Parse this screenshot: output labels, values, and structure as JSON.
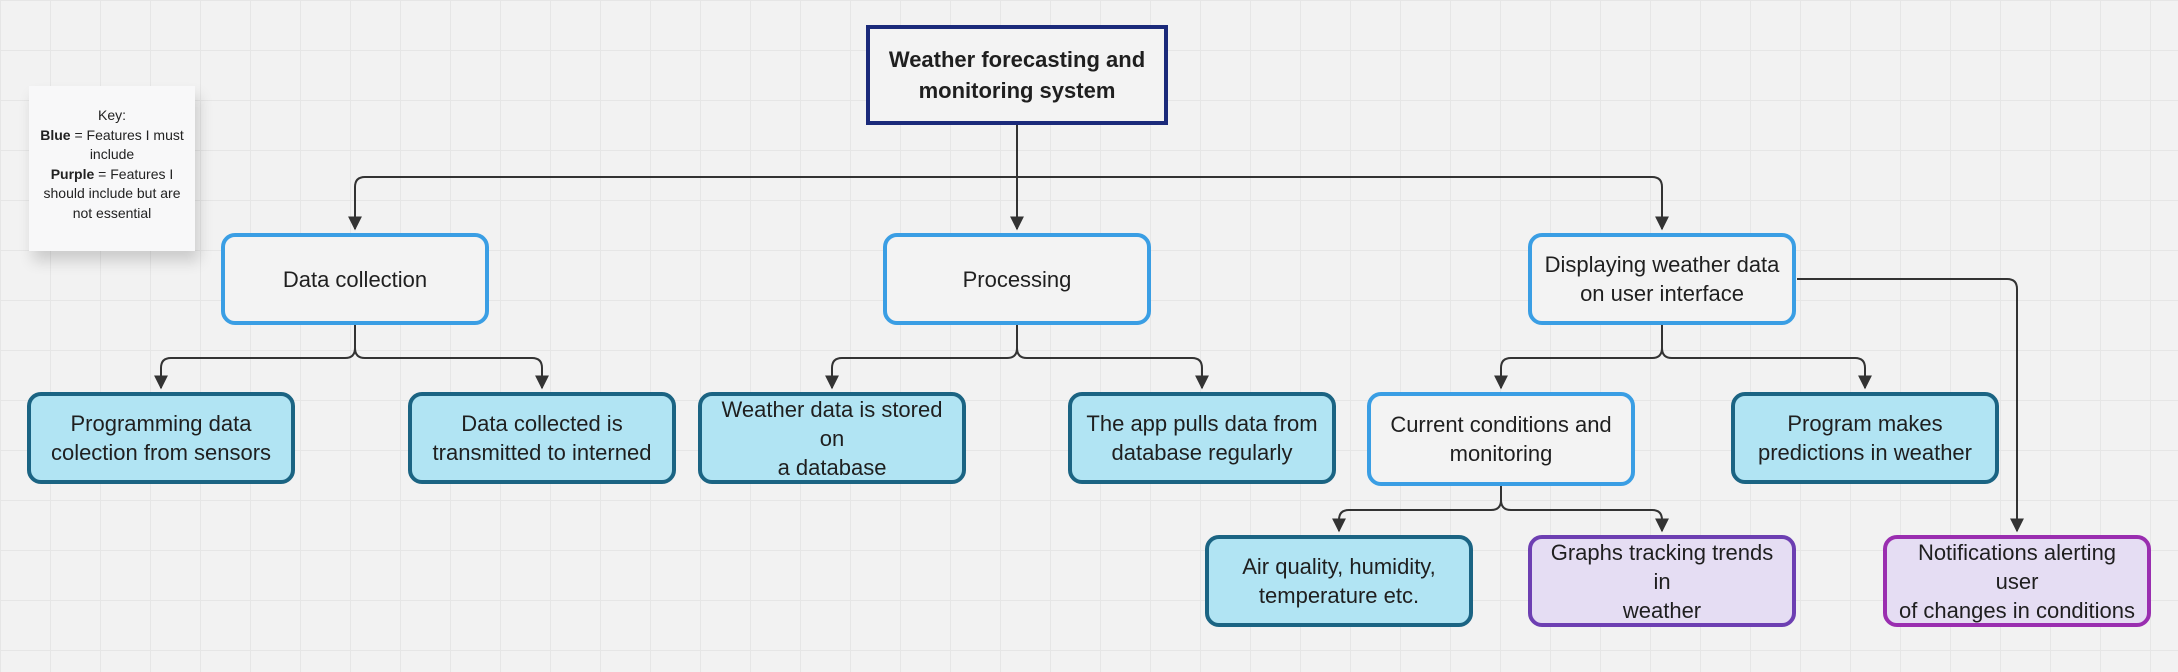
{
  "diagram": {
    "title": "Weather forecasting and\nmonitoring system",
    "key": {
      "heading": "Key:",
      "blue_label": "Blue",
      "blue_text": " = Features I must include",
      "purple_label": "Purple",
      "purple_text": " = Features I should include but are not essential"
    },
    "categories": {
      "data_collection": "Data collection",
      "processing": "Processing",
      "display": "Displaying weather data\non user interface"
    },
    "features": {
      "programming_data": "Programming data\ncolection from sensors",
      "data_transmitted": "Data collected is\ntransmitted to interned",
      "stored_database": "Weather data is stored on\na database",
      "app_pulls": "The app pulls data from\ndatabase regularly",
      "current_conditions": "Current conditions and\nmonitoring",
      "predictions": "Program makes\npredictions in weather",
      "air_quality": "Air quality, humidity,\ntemperature etc.",
      "graphs": "Graphs tracking trends in\nweather",
      "notifications": "Notifications alerting user\nof changes in conditions"
    },
    "colors": {
      "root_border": "#1b2a7a",
      "blue_outline": "#3a9ee4",
      "blue_fill": "#b1e4f3",
      "blue_fill_border": "#1b6483",
      "purple_border": "#6d3fb2",
      "magenta_border": "#9a2eb0",
      "purple_fill": "#e5ddf3",
      "connector": "#333333"
    }
  }
}
